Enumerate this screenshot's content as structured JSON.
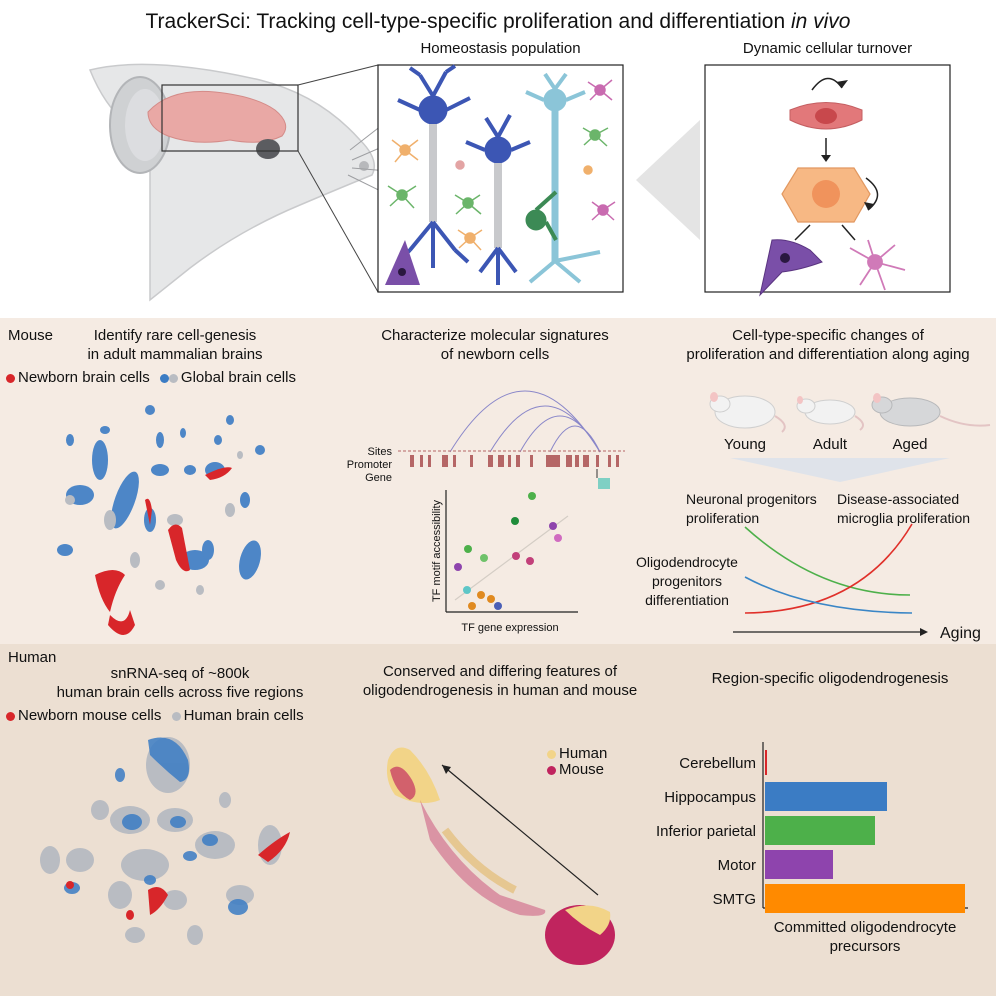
{
  "header": {
    "title_main": "TrackerSci: Tracking cell-type-specific proliferation and differentiation ",
    "title_italic": "in vivo",
    "homeostasis": "Homeostasis population",
    "turnover": "Dynamic cellular turnover"
  },
  "mouse": {
    "species": "Mouse",
    "panel1_line1": "Identify rare cell-genesis",
    "panel1_line2": "in adult mammalian brains",
    "legend_newborn": "Newborn brain cells",
    "legend_global": "Global brain cells",
    "panel2_line1": "Characterize molecular signatures",
    "panel2_line2": "of newborn cells",
    "track_sites": "Sites",
    "track_promoter": "Promoter",
    "track_gene": "Gene",
    "scatter_ylabel": "TF motif accessibility",
    "scatter_xlabel": "TF gene expression",
    "panel3_line1": "Cell-type-specific changes of",
    "panel3_line2": "proliferation and differentiation along aging",
    "age_young": "Young",
    "age_adult": "Adult",
    "age_aged": "Aged",
    "neuronal_line1": "Neuronal progenitors",
    "neuronal_line2": "proliferation",
    "disease_line1": "Disease-associated",
    "disease_line2": "microglia proliferation",
    "oligo_line1": "Oligodendrocyte",
    "oligo_line2": "progenitors",
    "oligo_line3": "differentiation",
    "aging_axis": "Aging"
  },
  "human": {
    "species": "Human",
    "panel1_line1": "snRNA-seq of ~800k",
    "panel1_line2": "human brain cells across five regions",
    "legend_newborn": "Newborn mouse cells",
    "legend_human": "Human brain cells",
    "panel2_line1": "Conserved and differing features of",
    "panel2_line2": "oligodendrogenesis in human and mouse",
    "legend_h": "Human",
    "legend_m": "Mouse",
    "panel3_title": "Region-specific oligodendrogenesis",
    "xlabel_line1": "Committed oligodendrocyte",
    "xlabel_line2": "precursors"
  },
  "colors": {
    "newborn_red": "#d8262a",
    "global_blue": "#3b7cc4",
    "global_grey": "#b9bcc2",
    "human_yellow": "#f2d488",
    "mouse_magenta": "#c0245e",
    "neuronal_green": "#4db04a",
    "disease_red": "#e0302a",
    "oligo_blue": "#3a86c6"
  },
  "chart_data": {
    "type": "bar",
    "orientation": "horizontal",
    "title": "Region-specific oligodendrogenesis",
    "xlabel": "Committed oligodendrocyte precursors",
    "categories": [
      "Cerebellum",
      "Hippocampus",
      "Inferior parietal",
      "Motor",
      "SMTG"
    ],
    "values": [
      0.01,
      0.61,
      0.55,
      0.34,
      1.0
    ],
    "xlim": [
      0,
      1
    ],
    "colors": [
      "#d8262a",
      "#3b7cc4",
      "#4db04a",
      "#8e44ad",
      "#ff8a00"
    ],
    "grid": false,
    "legend": "none"
  }
}
